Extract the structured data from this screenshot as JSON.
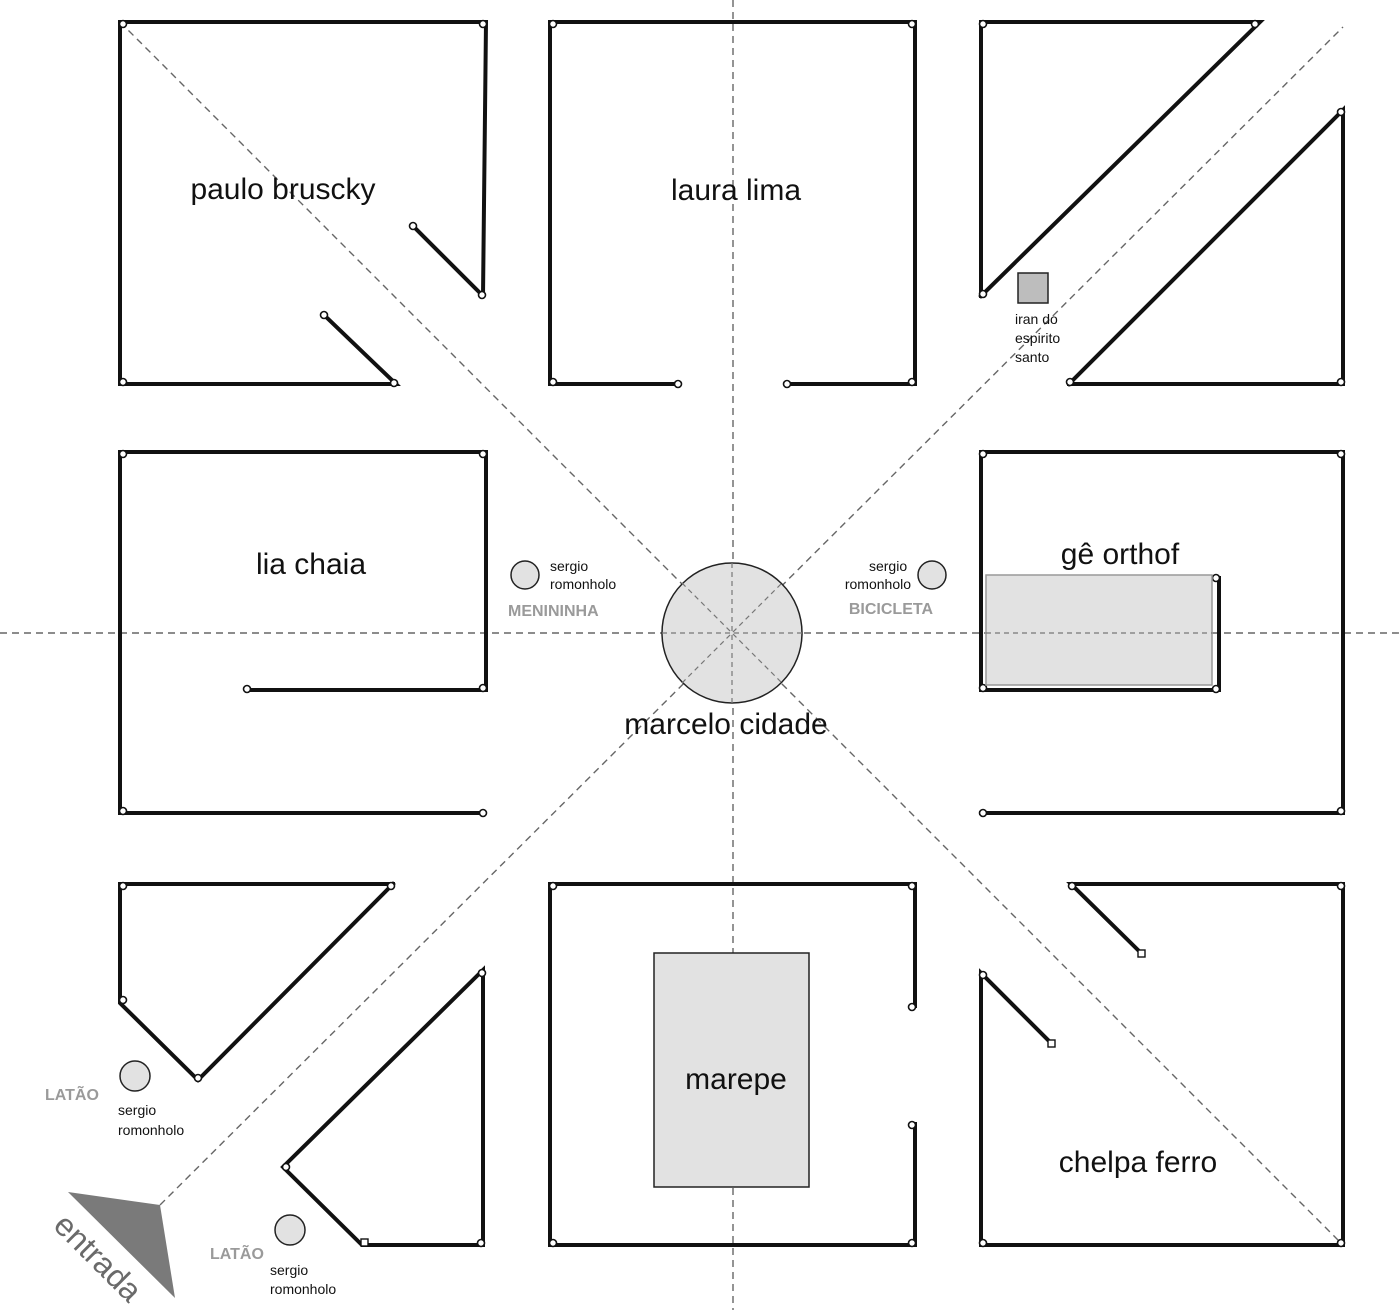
{
  "colors": {
    "wall": "#111111",
    "guide": "#666666",
    "object_fill": "#e2e2e2",
    "small_object_fill": "#bdbdbd",
    "work_label": "#9a9a9a",
    "entrance_marker": "#7a7a7a"
  },
  "artists": {
    "paulo_bruscky": "paulo bruscky",
    "laura_lima": "laura lima",
    "lia_chaia": "lia chaia",
    "ge_orthof": "gê orthof",
    "marcelo_cidade": "marcelo cidade",
    "marepe": "marepe",
    "chelpa_ferro": "chelpa ferro",
    "iran": [
      "iran do",
      "espirito",
      "santo"
    ]
  },
  "sergio": {
    "left": {
      "name": [
        "sergio",
        "romonholo"
      ],
      "work": "MENININHA"
    },
    "right": {
      "name": [
        "sergio",
        "romonholo"
      ],
      "work": "BICICLETA"
    },
    "bottom_left_a": {
      "name": [
        "sergio",
        "romonholo"
      ],
      "work": "LATÃO"
    },
    "bottom_left_b": {
      "name": [
        "sergio",
        "romonholo"
      ],
      "work": "LATÃO"
    }
  },
  "entrance_label": "entrada"
}
